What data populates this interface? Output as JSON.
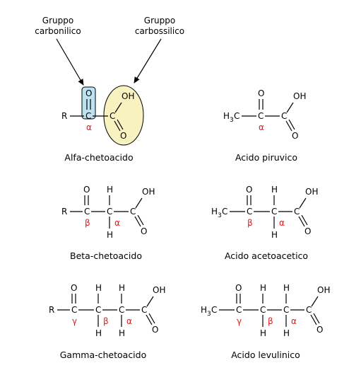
{
  "annotations": {
    "carbonyl_label": [
      "Gruppo",
      "carbonilico"
    ],
    "carboxyl_label": [
      "Gruppo",
      "carbossilico"
    ],
    "highlight_colors": {
      "carbonyl": "#bde3f2",
      "carboxyl": "#f8f2c0"
    }
  },
  "atoms": {
    "R": "R",
    "C": "C",
    "O": "O",
    "OH": "OH",
    "H": "H",
    "H3C_main": "H",
    "H3C_sub": "3",
    "H3C_tail": "C"
  },
  "greek": {
    "alpha": "α",
    "beta": "β",
    "gamma": "γ"
  },
  "molecules": {
    "alfa_chetoacido": {
      "caption": "Alfa-chetoacido"
    },
    "acido_piruvico": {
      "caption": "Acido piruvico"
    },
    "beta_chetoacido": {
      "caption": "Beta-chetoacido"
    },
    "acido_acetoacetico": {
      "caption": "Acido acetoacetico"
    },
    "gamma_chetoacido": {
      "caption": "Gamma-chetoacido"
    },
    "acido_levulinico": {
      "caption": "Acido levulinico"
    }
  }
}
